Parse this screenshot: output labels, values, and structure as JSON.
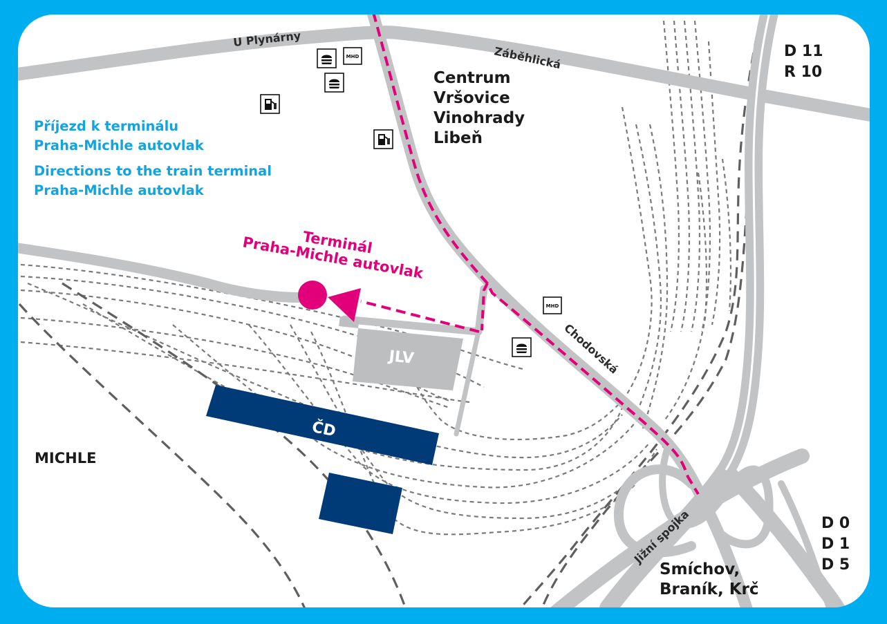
{
  "colors": {
    "frame": "#00AEEF",
    "road": "#C2C3C5",
    "rail": "#7A7A7A",
    "route": "#E2007A",
    "building_blue": "#003B78",
    "building_grey": "#BDBEC0",
    "intro_text": "#13A3DF",
    "dark_text": "#1A1A1A"
  },
  "intro": {
    "line1": "Příjezd k terminálu",
    "line2": "Praha-Michle autovlak",
    "line3": "Directions to the train terminal",
    "line4": "Praha-Michle autovlak"
  },
  "streets": {
    "u_plynarny": "U Plynárny",
    "zabehlicka": "Záběhlická",
    "chodovska": "Chodovská",
    "jizni_spojka": "Jižní spojka"
  },
  "destinations": {
    "north": [
      "Centrum",
      "Vršovice",
      "Vinohrady",
      "Libeň"
    ],
    "south": [
      "Smíchov,",
      "Braník, Krč"
    ],
    "district": "MICHLE"
  },
  "highways": {
    "top": [
      "D 11",
      "R 10"
    ],
    "bottom": [
      "D 0",
      "D 1",
      "D 5"
    ]
  },
  "terminal": {
    "line1": "Terminál",
    "line2": "Praha-Michle autovlak"
  },
  "buildings": {
    "jlv": "JLV",
    "cd": "ČD"
  },
  "icons": {
    "mhd_text": "MHD",
    "list": [
      "mhd-icon",
      "fastfood-icon",
      "fuel-station-icon"
    ]
  }
}
